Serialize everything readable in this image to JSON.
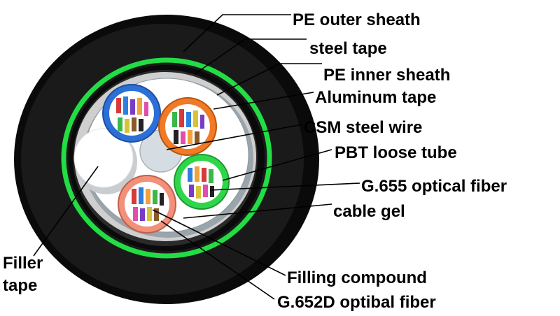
{
  "labels": {
    "pe_outer_sheath": "PE outer sheath",
    "steel_tape": "steel tape",
    "pe_inner_sheath": "PE inner sheath",
    "aluminum_tape": "Aluminum tape",
    "csm_steel_wire": "CSM steel wire",
    "pbt_loose_tube": "PBT loose tube",
    "g655_fiber": "G.655 optical fiber",
    "cable_gel": "cable gel",
    "filler_line1": "Filler",
    "filler_line2": "tape",
    "filling_compound": "Filling compound",
    "g652d_fiber": "G.652D optibal fiber"
  },
  "colors": {
    "outer_sheath": "#0a0a0a",
    "steel_tape_green": "#22dd44",
    "aluminum": "#cfcfcf",
    "inner_core": "#ffffff",
    "tube_blue": "#2c6fd6",
    "tube_orange": "#f07a26",
    "tube_green": "#2fd64a",
    "tube_salmon": "#f2907a",
    "csm_wire": "#d6dde2",
    "filler": "#ffffff"
  }
}
